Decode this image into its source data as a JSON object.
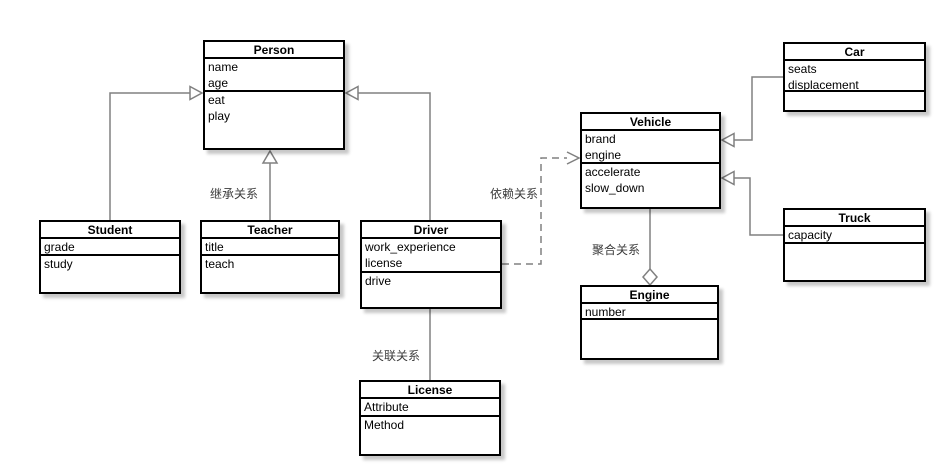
{
  "diagram_type": "uml-class-diagram",
  "classes": {
    "person": {
      "name": "Person",
      "attributes": [
        "name",
        "age"
      ],
      "methods": [
        "eat",
        "play"
      ]
    },
    "student": {
      "name": "Student",
      "attributes": [
        "grade"
      ],
      "methods": [
        "study"
      ]
    },
    "teacher": {
      "name": "Teacher",
      "attributes": [
        "title"
      ],
      "methods": [
        "teach"
      ]
    },
    "driver": {
      "name": "Driver",
      "attributes": [
        "work_experience",
        "license"
      ],
      "methods": [
        "drive"
      ]
    },
    "license": {
      "name": "License",
      "attributes": [
        "Attribute"
      ],
      "methods": [
        "Method"
      ]
    },
    "vehicle": {
      "name": "Vehicle",
      "attributes": [
        "brand",
        "engine"
      ],
      "methods": [
        "accelerate",
        "slow_down"
      ]
    },
    "engine": {
      "name": "Engine",
      "attributes": [
        "number"
      ],
      "methods": []
    },
    "car": {
      "name": "Car",
      "attributes": [
        "seats",
        "displacement"
      ],
      "methods": []
    },
    "truck": {
      "name": "Truck",
      "attributes": [
        "capacity"
      ],
      "methods": []
    }
  },
  "relationship_labels": {
    "inheritance": "继承关系",
    "dependency": "依赖关系",
    "association": "关联关系",
    "aggregation": "聚合关系"
  },
  "relationships": [
    {
      "from": "Student",
      "to": "Person",
      "type": "inheritance"
    },
    {
      "from": "Teacher",
      "to": "Person",
      "type": "inheritance"
    },
    {
      "from": "Driver",
      "to": "Person",
      "type": "inheritance"
    },
    {
      "from": "Driver",
      "to": "License",
      "type": "association"
    },
    {
      "from": "Driver",
      "to": "Vehicle",
      "type": "dependency"
    },
    {
      "from": "Vehicle",
      "to": "Engine",
      "type": "aggregation"
    },
    {
      "from": "Car",
      "to": "Vehicle",
      "type": "inheritance"
    },
    {
      "from": "Truck",
      "to": "Vehicle",
      "type": "inheritance"
    }
  ],
  "colors": {
    "box_border": "#000000",
    "box_fill": "#ffffff",
    "connector": "#808080",
    "label_text": "#3b3b3b",
    "background": "#ffffff"
  }
}
